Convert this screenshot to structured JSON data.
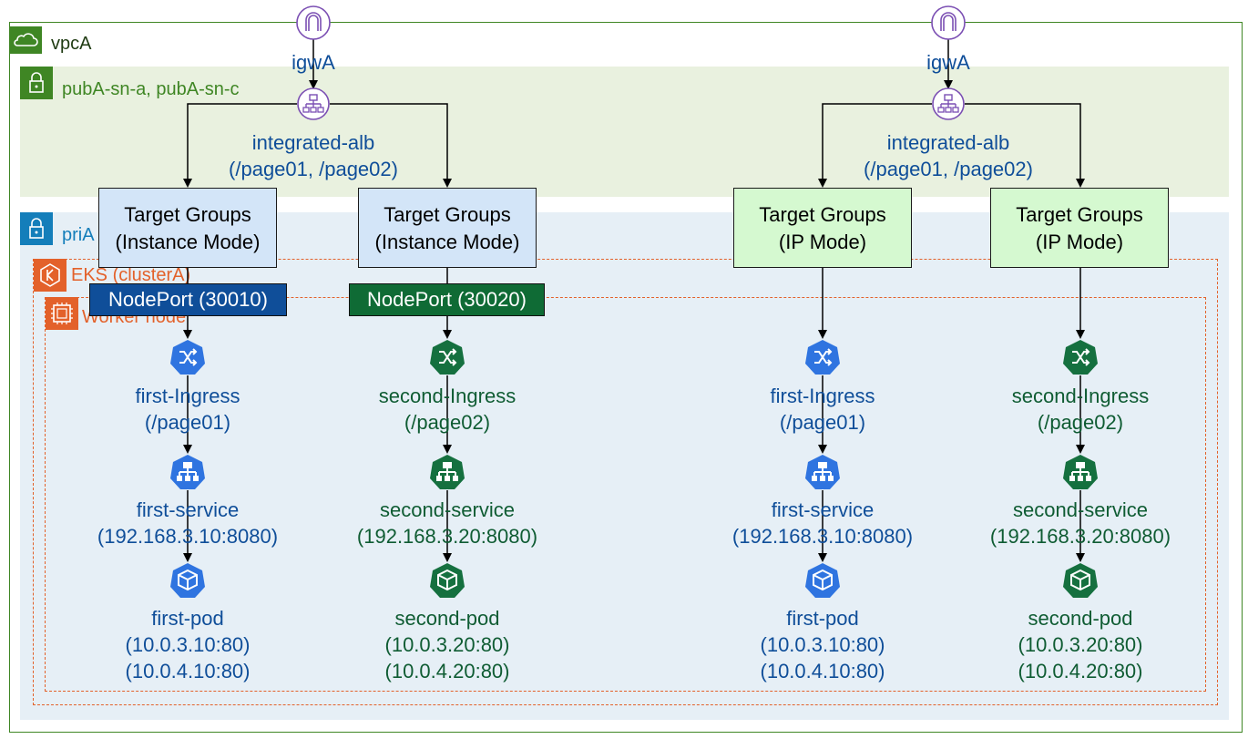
{
  "zones": {
    "vpc": "vpcA",
    "public_subnets": "pubA-sn-a, pubA-sn-c",
    "private_subnets": "priA",
    "eks": "EKS (clusterA)",
    "worker": "Worker node"
  },
  "icons": {
    "vpc": "cloud-icon",
    "subnet": "lock-icon",
    "igw": "internet-gateway-icon",
    "alb": "load-balancer-icon",
    "eks": "eks-icon",
    "worker": "ec2-instance-icon",
    "ingress": "kubernetes-ingress-icon",
    "service": "kubernetes-service-icon",
    "pod": "kubernetes-pod-icon"
  },
  "colors": {
    "blue_accent": "#1f6fd1",
    "green_accent": "#15703f",
    "nodeport_blue": "#0f4e99",
    "nodeport_green": "#0f6b35",
    "zone_border": "#e3612a",
    "vpc_border": "#3f8624"
  },
  "left": {
    "igw": "igwA",
    "alb": {
      "name": "integrated-alb",
      "paths": "(/page01, /page02)"
    },
    "tg1": {
      "line1": "Target Groups",
      "line2": "(Instance Mode)"
    },
    "tg2": {
      "line1": "Target Groups",
      "line2": "(Instance Mode)"
    },
    "np1": "NodePort (30010)",
    "np2": "NodePort (30020)",
    "ingress1": {
      "name": "first-Ingress",
      "path": "(/page01)"
    },
    "ingress2": {
      "name": "second-Ingress",
      "path": "(/page02)"
    },
    "service1": {
      "name": "first-service",
      "addr": "(192.168.3.10:8080)"
    },
    "service2": {
      "name": "second-service",
      "addr": "(192.168.3.20:8080)"
    },
    "pod1": {
      "name": "first-pod",
      "addr1": "(10.0.3.10:80)",
      "addr2": "(10.0.4.10:80)"
    },
    "pod2": {
      "name": "second-pod",
      "addr1": "(10.0.3.20:80)",
      "addr2": "(10.0.4.20:80)"
    }
  },
  "right": {
    "igw": "igwA",
    "alb": {
      "name": "integrated-alb",
      "paths": "(/page01, /page02)"
    },
    "tg1": {
      "line1": "Target Groups",
      "line2": "(IP Mode)"
    },
    "tg2": {
      "line1": "Target Groups",
      "line2": "(IP Mode)"
    },
    "ingress1": {
      "name": "first-Ingress",
      "path": "(/page01)"
    },
    "ingress2": {
      "name": "second-Ingress",
      "path": "(/page02)"
    },
    "service1": {
      "name": "first-service",
      "addr": "(192.168.3.10:8080)"
    },
    "service2": {
      "name": "second-service",
      "addr": "(192.168.3.20:8080)"
    },
    "pod1": {
      "name": "first-pod",
      "addr1": "(10.0.3.10:80)",
      "addr2": "(10.0.4.10:80)"
    },
    "pod2": {
      "name": "second-pod",
      "addr1": "(10.0.3.20:80)",
      "addr2": "(10.0.4.20:80)"
    }
  }
}
